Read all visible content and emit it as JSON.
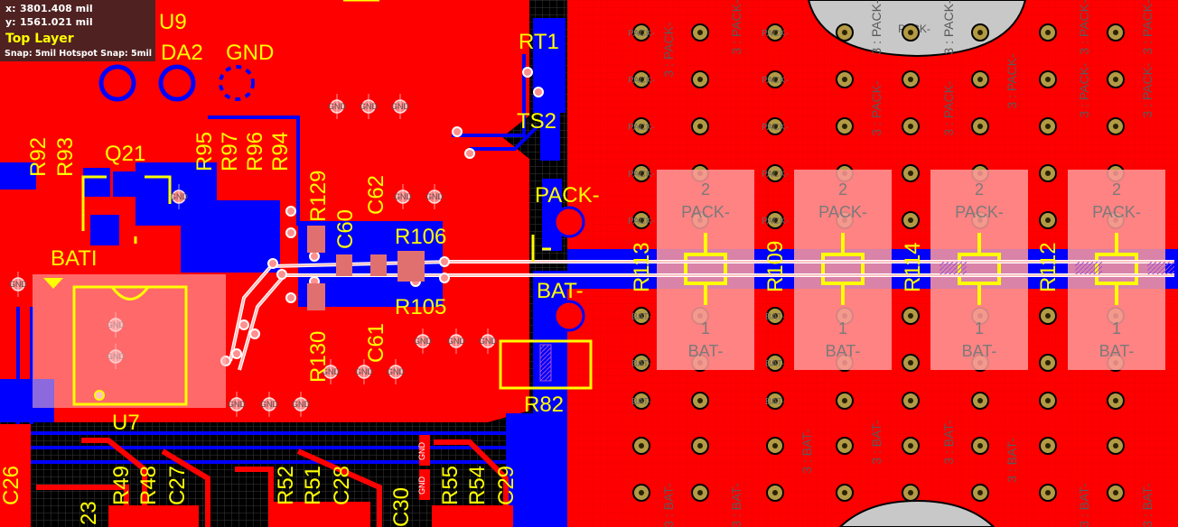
{
  "hud": {
    "x_label": "x:",
    "x_value": "3801.408 mil",
    "y_label": "y:",
    "y_value": "1561.021 mil",
    "layer": "Top Layer",
    "snap": "Snap: 5mil Hotspot Snap: 5mil"
  },
  "designators": {
    "u9": "U9",
    "da2": "DA2",
    "gnd": "GND",
    "rt1": "RT1",
    "ts2": "TS2",
    "pack": "PACK-",
    "bat_net": "BAT-",
    "bati": "BATI",
    "q21": "Q21",
    "r92": "R92",
    "r93": "R93",
    "r95": "R95",
    "r97": "R97",
    "r96": "R96",
    "r94": "R94",
    "r129": "R129",
    "c60": "C60",
    "c62": "C62",
    "r106": "R106",
    "r105": "R105",
    "r130": "R130",
    "c61": "C61",
    "r82": "R82",
    "u7": "U7",
    "r113": "R113",
    "r109": "R109",
    "r114": "R114",
    "r112": "R112",
    "c26": "C26",
    "r49": "R49",
    "r48": "R48",
    "c27": "C27",
    "r52": "R52",
    "r51": "R51",
    "c28": "C28",
    "c30": "C30",
    "r55": "R55",
    "r54": "R54",
    "c29": "C29",
    "n23": "23"
  },
  "pads": {
    "top_num": "2",
    "top_net": "PACK-",
    "bottom_num": "1",
    "bottom_net": "BAT-"
  },
  "via_net": "GND",
  "hole_top_label": "PACK-",
  "hole_bottom_label": "BAT-",
  "rot_pack_label": "3 : PACK-",
  "rot_bat_label": "3 : BAT-",
  "stacked_gnd": "GND",
  "colors": {
    "copper_top": "#ff0000",
    "copper_bottom": "#0000ff",
    "silkscreen": "#ffff00",
    "pad_highlight": "#ff9a9a",
    "pad_label": "#7a7a7a",
    "hole": "#b39a44",
    "board_bg": "#000000"
  }
}
